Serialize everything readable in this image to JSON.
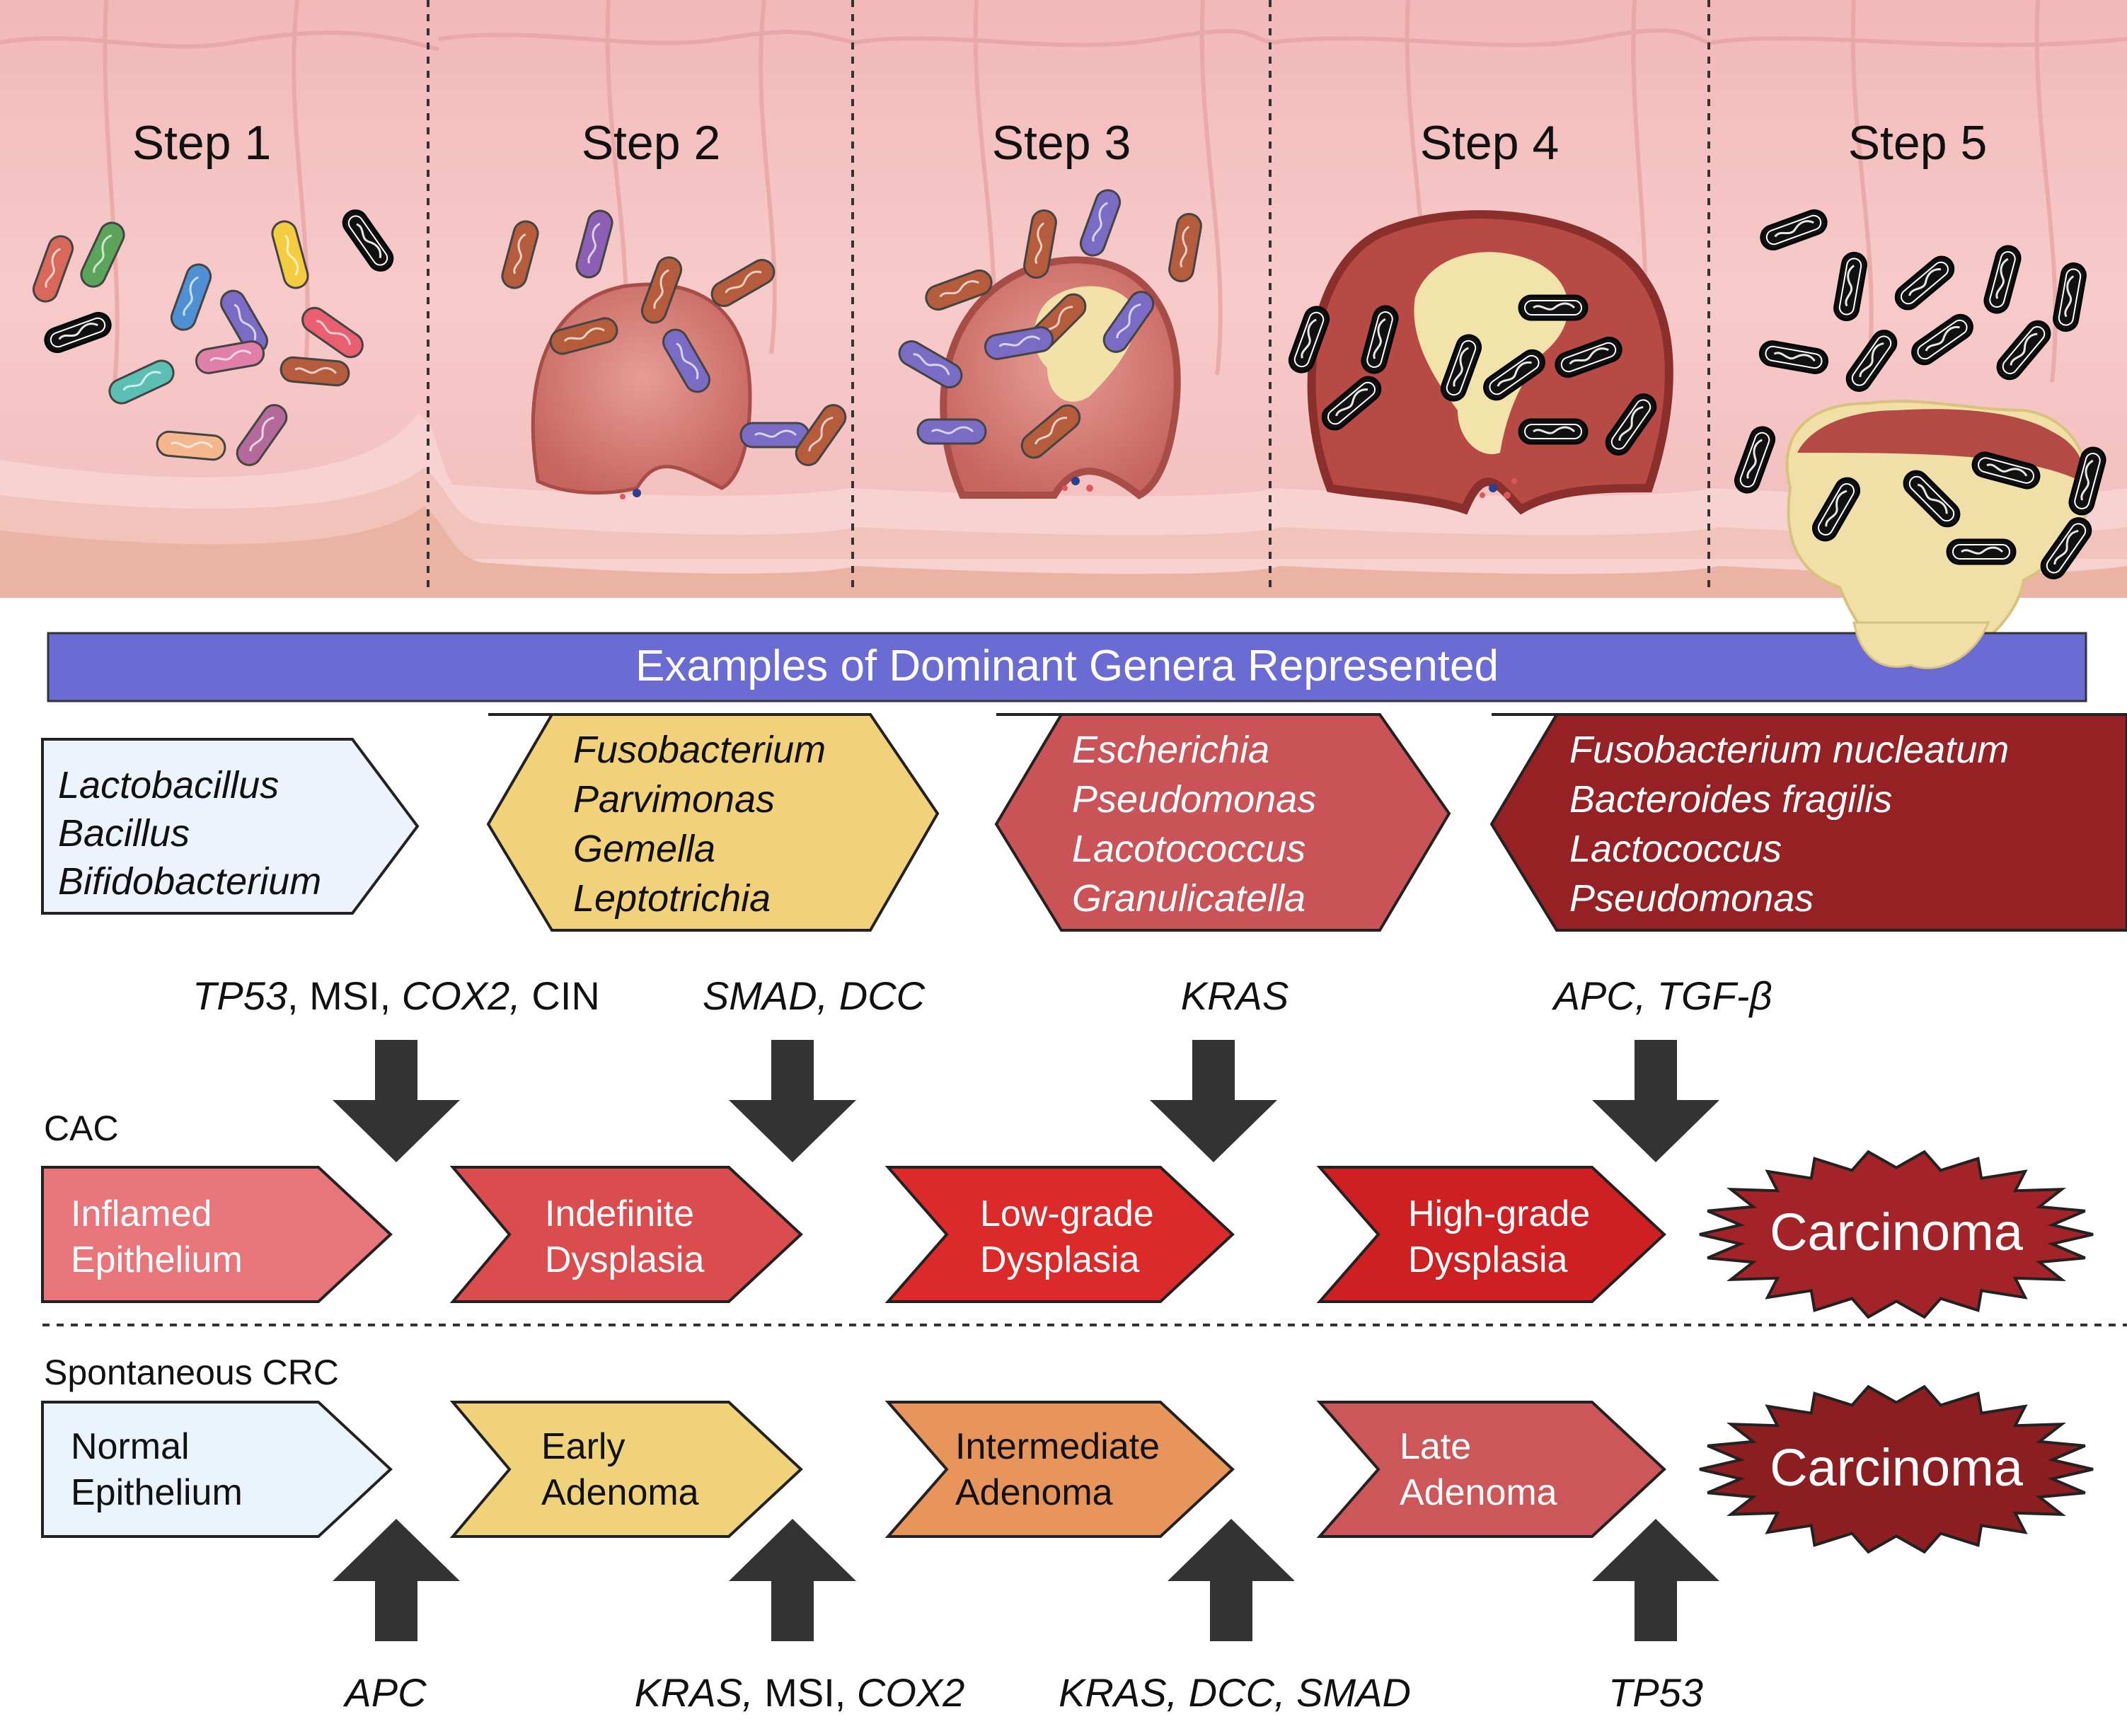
{
  "steps": [
    "Step 1",
    "Step 2",
    "Step 3",
    "Step 4",
    "Step 5"
  ],
  "banner": "Examples of Dominant Genera Represented",
  "genera": [
    [
      "Lactobacillus",
      "Bacillus",
      "Bifidobacterium"
    ],
    [
      "Fusobacterium",
      "Parvimonas",
      "Gemella",
      "Leptotrichia"
    ],
    [
      "Escherichia",
      "Pseudomonas",
      "Lacotococcus",
      "Granulicatella"
    ],
    [
      "Fusobacterium nucleatum",
      "Bacteroides fragilis",
      "Lactococcus",
      "Pseudomonas"
    ]
  ],
  "cac_mutations": [
    [
      {
        "t": "TP53",
        "i": true
      },
      {
        "t": ", MSI, ",
        "i": false
      },
      {
        "t": "COX2,",
        "i": true
      },
      {
        "t": " CIN",
        "i": false
      }
    ],
    [
      {
        "t": "SMAD, DCC",
        "i": true
      }
    ],
    [
      {
        "t": "KRAS",
        "i": true
      }
    ],
    [
      {
        "t": "APC, TGF-β",
        "i": true
      }
    ]
  ],
  "cac_label": "CAC",
  "cac_stages": [
    [
      "Inflamed",
      "Epithelium"
    ],
    [
      "Indefinite",
      "Dysplasia"
    ],
    [
      "Low-grade",
      "Dysplasia"
    ],
    [
      "High-grade",
      "Dysplasia"
    ]
  ],
  "carcinoma": "Carcinoma",
  "crc_label": "Spontaneous CRC",
  "crc_stages": [
    [
      "Normal",
      "Epithelium"
    ],
    [
      "Early",
      "Adenoma"
    ],
    [
      "Intermediate",
      "Adenoma"
    ],
    [
      "Late",
      "Adenoma"
    ]
  ],
  "crc_mutations": [
    [
      {
        "t": "APC",
        "i": true
      }
    ],
    [
      {
        "t": "KRAS,",
        "i": true
      },
      {
        "t": " MSI, ",
        "i": false
      },
      {
        "t": "COX2",
        "i": true
      }
    ],
    [
      {
        "t": "KRAS, DCC, SMAD",
        "i": true
      }
    ],
    [
      {
        "t": "TP53",
        "i": true
      }
    ]
  ],
  "colors": {
    "banner": "#6b6bd4",
    "genera_fill": [
      "#edf3fc",
      "#f1d17a",
      "#c95357",
      "#962124"
    ],
    "cac_fill": [
      "#e8757a",
      "#db4c4f",
      "#dc2a2a",
      "#ce1f23"
    ],
    "crc_fill": [
      "#eaf2fc",
      "#f0d27b",
      "#e8955c",
      "#cd5659"
    ],
    "carcinoma_fill": [
      "#a32328",
      "#8c1e22"
    ],
    "arrow": "#333333",
    "tissue": "#f5c4c4",
    "tumor": "#f0dfa3",
    "bacteria": [
      "#d8685a",
      "#5ba55a",
      "#f4cc40",
      "#444444",
      "#4f8fd4",
      "#5bbfb5",
      "#b573c9",
      "#8c5fb5",
      "#e07fa7",
      "#e95f6f",
      "#f5b78d",
      "#b56a9c",
      "#7a6cc5",
      "#b45c3c"
    ]
  },
  "icons": {
    "step_arrows": "down-arrow-icon",
    "crc_arrows": "up-arrow-icon",
    "carcinoma": "starburst-icon",
    "bacteria": "bacterium-icon"
  }
}
